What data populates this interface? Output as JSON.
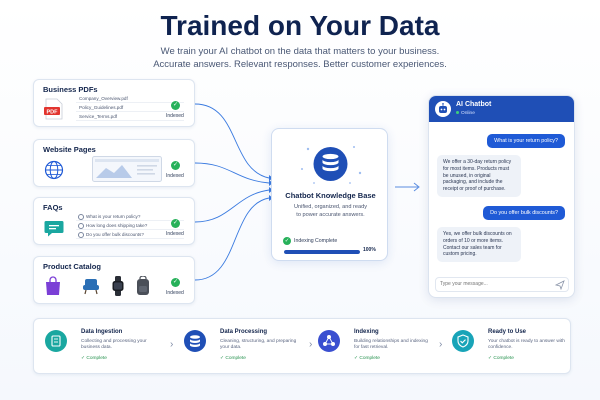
{
  "header": {
    "title": "Trained on Your Data",
    "subtitle_line1": "We train your AI chatbot on the data that matters to your business.",
    "subtitle_line2": "Accurate answers. Relevant responses. Better customer experiences."
  },
  "sources": {
    "pdfs": {
      "title": "Business PDFs",
      "files": [
        "Company_Overview.pdf",
        "Policy_Guidelines.pdf",
        "Service_Terms.pdf"
      ],
      "status": "Indexed",
      "icon_label": "PDF"
    },
    "website": {
      "title": "Website Pages",
      "status": "Indexed"
    },
    "faqs": {
      "title": "FAQs",
      "questions": [
        "What is your return policy?",
        "How long does shipping take?",
        "Do you offer bulk discounts?"
      ],
      "status": "Indexed"
    },
    "catalog": {
      "title": "Product Catalog",
      "status": "Indexed"
    }
  },
  "knowledge_base": {
    "title": "Chatbot Knowledge Base",
    "desc_line1": "Unified, organized, and ready",
    "desc_line2": "to power accurate answers.",
    "status": "Indexing Complete",
    "progress_label": "100%",
    "progress": 1.0
  },
  "chat": {
    "name": "AI Chatbot",
    "status": "Online",
    "messages": [
      {
        "from": "user",
        "text": "What is your return policy?"
      },
      {
        "from": "bot",
        "text": "We offer a 30-day return policy for most items. Products must be unused, in original packaging, and include the receipt or proof of purchase."
      },
      {
        "from": "user",
        "text": "Do you offer bulk discounts?"
      },
      {
        "from": "bot",
        "text": "Yes, we offer bulk discounts on orders of 10 or more items. Contact our sales team for custom pricing."
      }
    ],
    "input_placeholder": "Type your message..."
  },
  "pipeline": {
    "steps": [
      {
        "title": "Data Ingestion",
        "desc": "Collecting and processing your business data.",
        "status": "Complete",
        "icon": "ingestion-icon",
        "color": "#1aa7a0"
      },
      {
        "title": "Data Processing",
        "desc": "Cleaning, structuring, and preparing your data.",
        "status": "Complete",
        "icon": "database-icon",
        "color": "#1f4fb6"
      },
      {
        "title": "Indexing",
        "desc": "Building relationships and indexing for fast retrieval.",
        "status": "Complete",
        "icon": "network-icon",
        "color": "#3a4fd0"
      },
      {
        "title": "Ready to Use",
        "desc": "Your chatbot is ready to answer with confidence.",
        "status": "Complete",
        "icon": "shield-check-icon",
        "color": "#18a4b8"
      }
    ]
  },
  "colors": {
    "brand": "#1f4fb6",
    "success": "#27b15a",
    "title": "#0f2350"
  }
}
